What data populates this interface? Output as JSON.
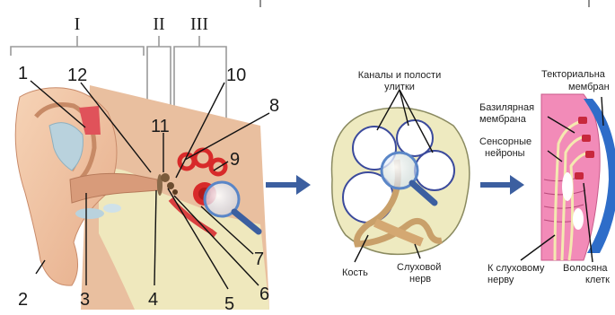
{
  "sections": [
    "I",
    "II",
    "III"
  ],
  "numbers": [
    "1",
    "2",
    "3",
    "4",
    "5",
    "6",
    "7",
    "8",
    "9",
    "10",
    "11",
    "12"
  ],
  "cochlea_labels": {
    "canals": [
      "Каналы и полости",
      "улитки"
    ],
    "bone": "Кость",
    "nerve": [
      "Слуховой",
      "нерв"
    ]
  },
  "organ_labels": {
    "tectorial": [
      "Текториальна",
      "мембран"
    ],
    "basilar": [
      "Базилярная",
      "мембрана"
    ],
    "sensory": [
      "Сенсорные",
      "нейроны"
    ],
    "to_nerve": [
      "К слуховому",
      "нерву"
    ],
    "hair_cells": [
      "Волосяна",
      "клетк"
    ]
  },
  "colors": {
    "skin": "#f2c9a8",
    "skin_shadow": "#d9a07e",
    "bone": "#eeeac0",
    "cartilage": "#b9d2dd",
    "inner_ear": "#d82a2a",
    "arrow": "#3c5fa0",
    "lens": "#5a86c7",
    "organ_pink": "#f28bb8",
    "membrane_blue": "#2e6dc9"
  }
}
